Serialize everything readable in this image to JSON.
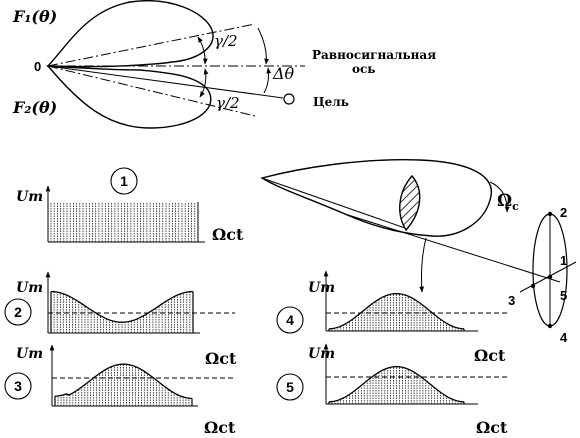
{
  "beam_diagram": {
    "pattern1_label": "F₁(θ)",
    "pattern2_label": "F₂(θ)",
    "origin_label": "0",
    "half_angle_upper": "γ/2",
    "half_angle_lower": "γ/2",
    "delta_label": "Δθ",
    "equisignal_axis_line1": "Равносигнальная",
    "equisignal_axis_line2": "ось",
    "target_label": "Цель"
  },
  "scan_diagram": {
    "omega_label": "Ωc",
    "positions": [
      "1",
      "2",
      "3",
      "4",
      "5"
    ]
  },
  "plots": [
    {
      "number": "1",
      "y_label": "Um",
      "x_label": "Ωct"
    },
    {
      "number": "2",
      "y_label": "Um",
      "x_label": "Ωct"
    },
    {
      "number": "3",
      "y_label": "Um",
      "x_label": "Ωct"
    },
    {
      "number": "4",
      "y_label": "Um",
      "x_label": "Ωct"
    },
    {
      "number": "5",
      "y_label": "Um",
      "x_label": "Ωct"
    }
  ]
}
